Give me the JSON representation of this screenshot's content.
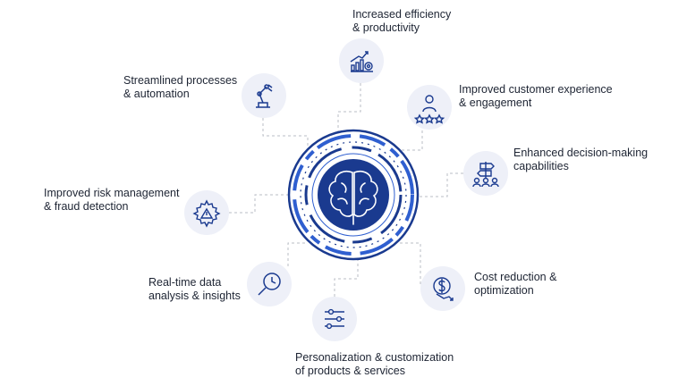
{
  "diagram": {
    "hub": {
      "icon": "brain-icon"
    },
    "nodes": [
      {
        "id": "efficiency",
        "icon": "bar-chart-gear-icon",
        "label": "Increased efficiency\n& productivity"
      },
      {
        "id": "customer",
        "icon": "customer-rating-icon",
        "label": "Improved customer experience\n& engagement"
      },
      {
        "id": "decision",
        "icon": "signpost-team-icon",
        "label": "Enhanced decision-making\n capabilities"
      },
      {
        "id": "cost",
        "icon": "dollar-down-icon",
        "label": "Cost reduction &\noptimization"
      },
      {
        "id": "personalization",
        "icon": "sliders-icon",
        "label": "Personalization & customization\nof products & services"
      },
      {
        "id": "realtime",
        "icon": "magnifier-clock-icon",
        "label": "Real-time data\nanalysis & insights"
      },
      {
        "id": "risk",
        "icon": "gear-warning-icon",
        "label": "Improved risk management\n & fraud detection"
      },
      {
        "id": "streamlined",
        "icon": "robot-arm-icon",
        "label": "Streamlined processes\n& automation"
      }
    ],
    "colors": {
      "primary": "#1a3a8f",
      "accent": "#2f5fd0",
      "icon_bg": "#eef0f8",
      "connector": "#b9bdc6",
      "text": "#1d2433"
    }
  }
}
